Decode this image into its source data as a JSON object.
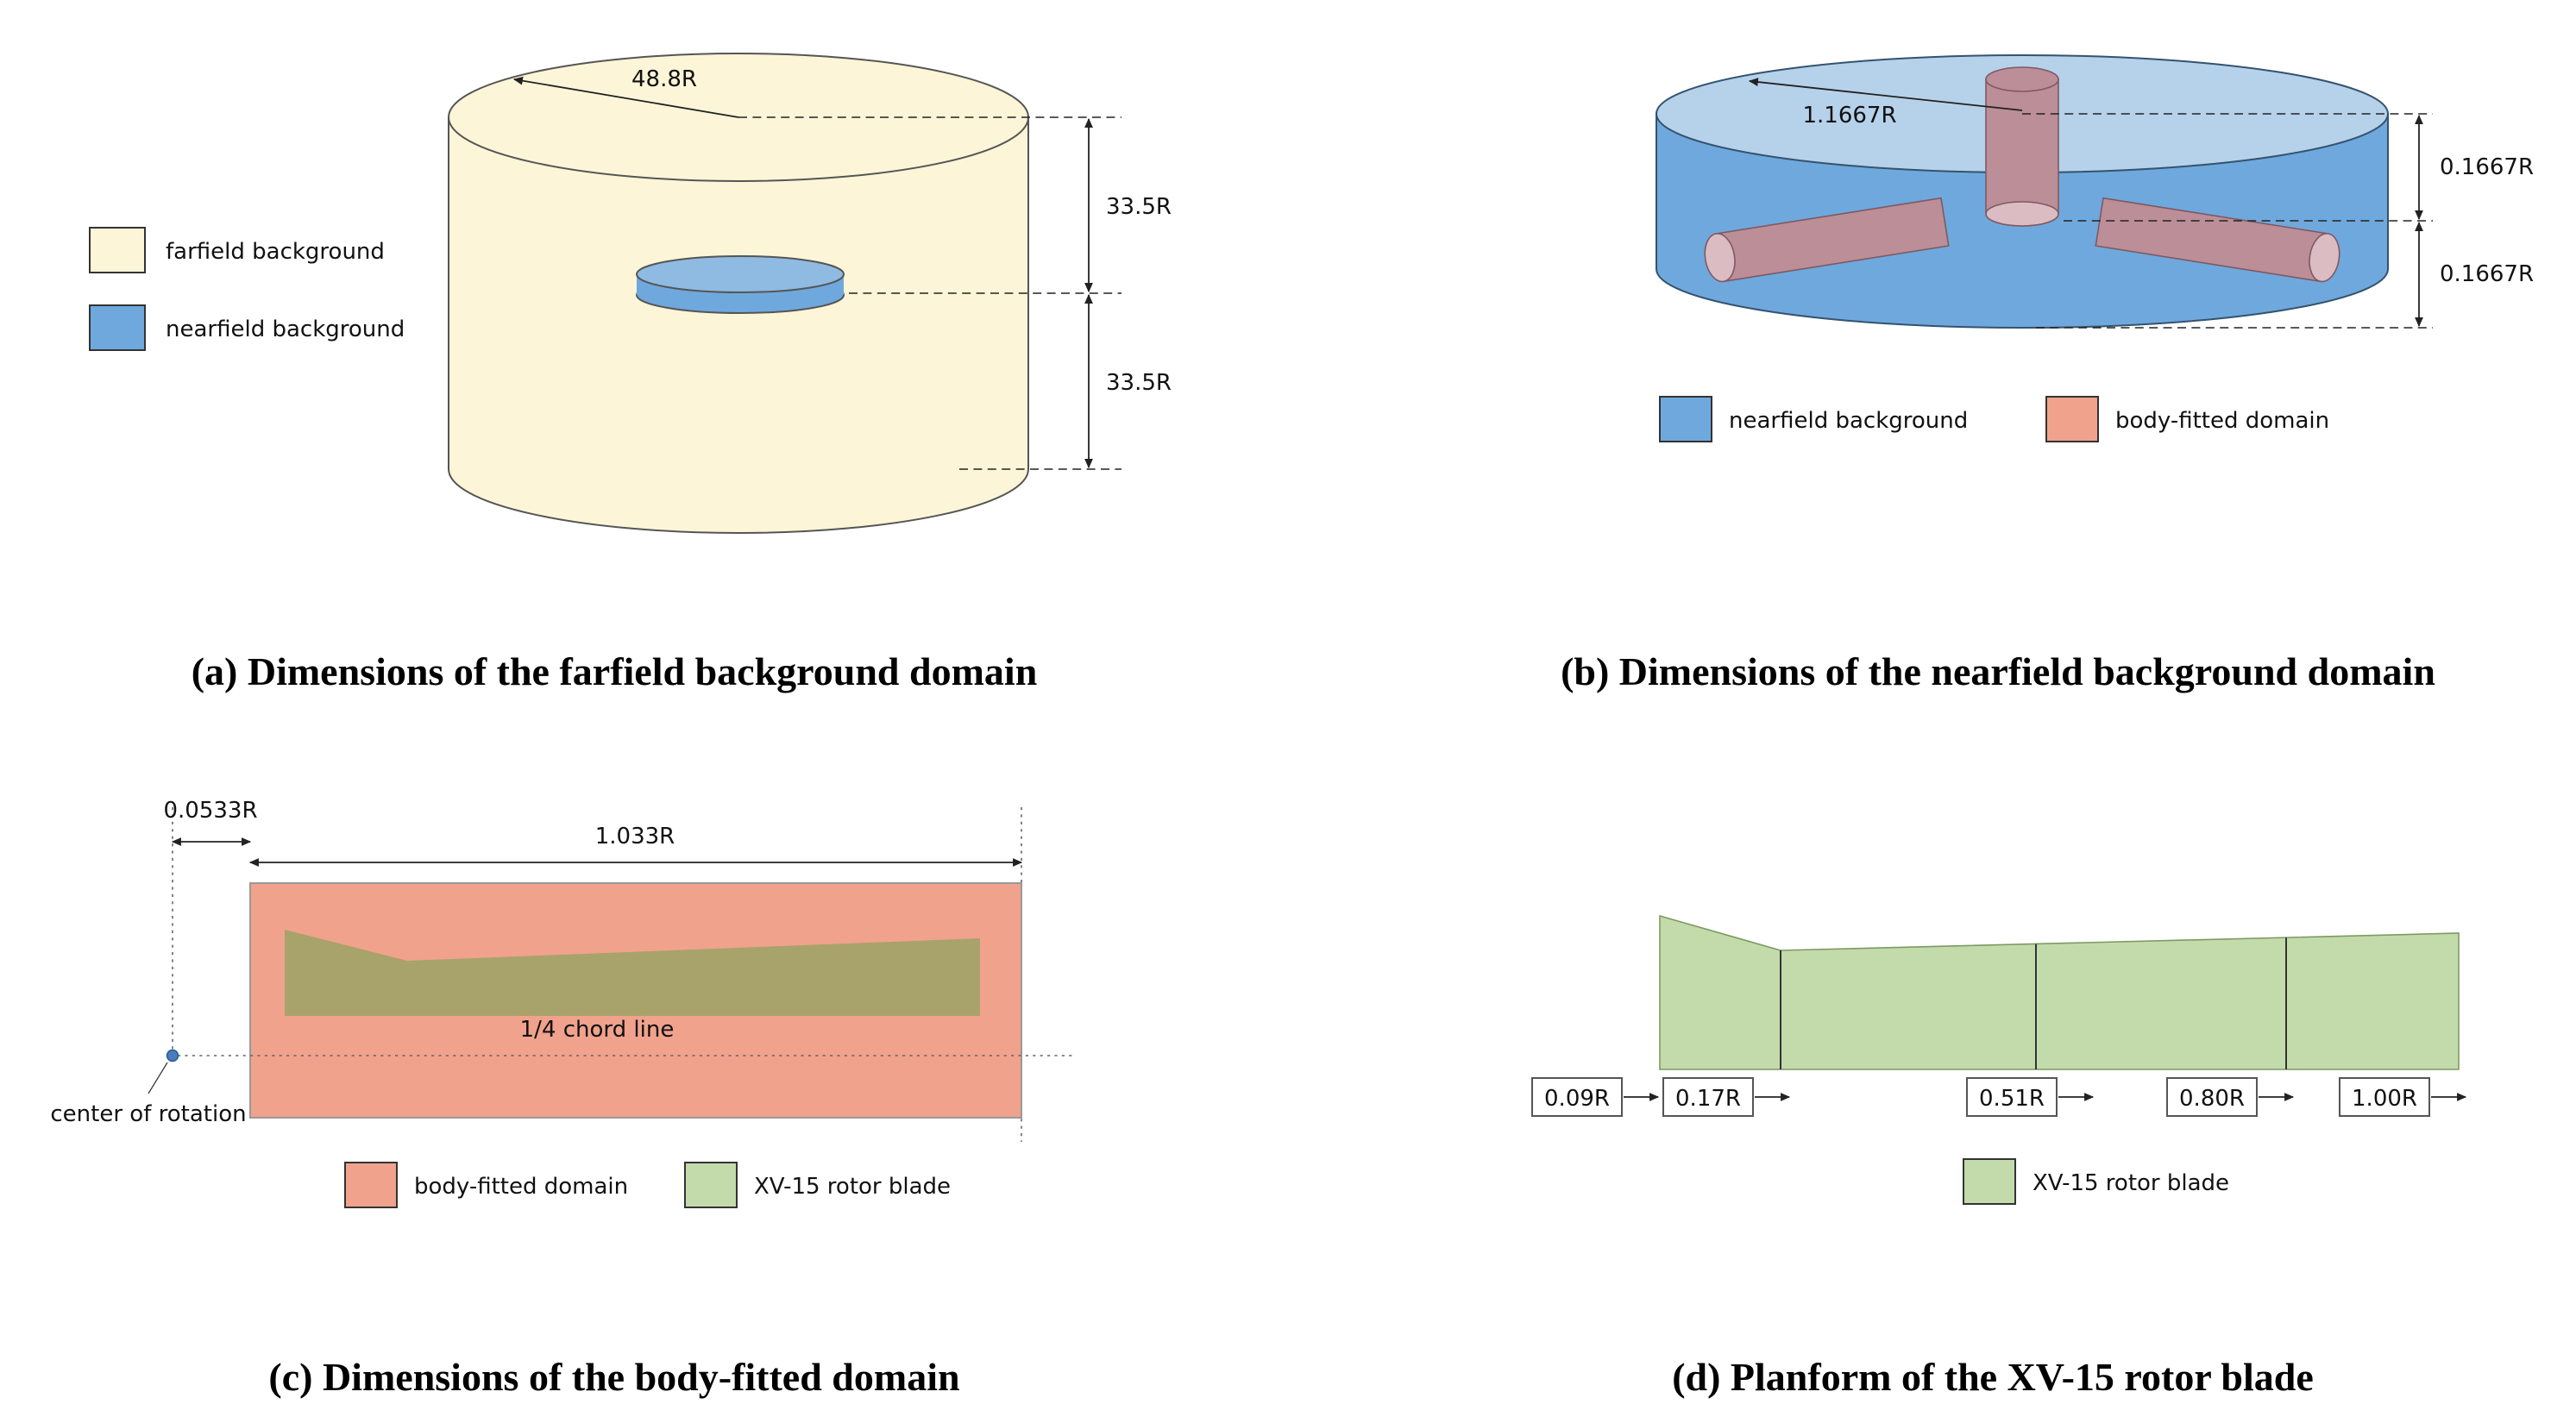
{
  "colors": {
    "farfield_fill": "#fdf5d7",
    "nearfield_fill": "#6fa8dc",
    "nearfield_top_fill": "#b6d1ea",
    "nearfield_disk_top_fill": "#8fbbe2",
    "body_fitted_fill": "#f0a28c",
    "inner_cylinder_fill": "#bb8e98",
    "inner_cylinder_cap_fill": "#dcbcc3",
    "blade_fill": "#c3dbaa",
    "blade_overlap_fill": "#a8a26b",
    "rotation_dot_fill": "#4a7ebb"
  },
  "fig_a": {
    "caption": "(a) Dimensions of the farfield background domain",
    "radius_label": "48.8R",
    "upper_height_label": "33.5R",
    "lower_height_label": "33.5R",
    "legend": [
      "farfield background",
      "nearfield background"
    ]
  },
  "fig_b": {
    "caption": "(b) Dimensions of the nearfield background domain",
    "radius_label": "1.1667R",
    "upper_height_label": "0.1667R",
    "lower_height_label": "0.1667R",
    "legend": [
      "nearfield background",
      "body-fitted domain"
    ]
  },
  "fig_c": {
    "caption": "(c) Dimensions of the body-fitted domain",
    "offset_label": "0.0533R",
    "width_label": "1.033R",
    "chord_line_label": "1/4 chord line",
    "center_of_rotation_label": "center of rotation",
    "legend": [
      "body-fitted domain",
      "XV-15 rotor blade"
    ]
  },
  "fig_d": {
    "caption": "(d) Planform of the XV-15 rotor blade",
    "stations": [
      "0.09R",
      "0.17R",
      "0.51R",
      "0.80R",
      "1.00R"
    ],
    "legend": [
      "XV-15 rotor blade"
    ]
  }
}
